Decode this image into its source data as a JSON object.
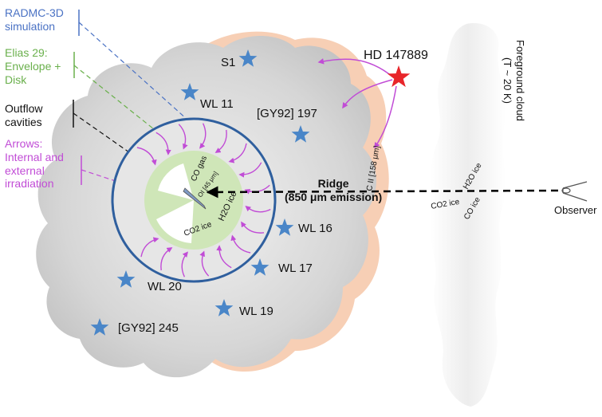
{
  "legend": {
    "radmc": [
      "RADMC-3D",
      "simulation"
    ],
    "elias": [
      "Elias 29:",
      "Envelope +",
      "Disk"
    ],
    "outflow": [
      "Outflow",
      "cavities"
    ],
    "arrows": [
      "Arrows:",
      "Internal and",
      "external",
      "irradiation"
    ]
  },
  "stars": [
    {
      "label": "S1"
    },
    {
      "label": "WL 11"
    },
    {
      "label": "[GY92] 197"
    },
    {
      "label": "WL 16"
    },
    {
      "label": "WL 17"
    },
    {
      "label": "WL 20"
    },
    {
      "label": "WL 19"
    },
    {
      "label": "[GY92] 245"
    }
  ],
  "hd_label": "HD 147889",
  "cii_label": "C II [158 μm]",
  "ridge_label": [
    "Ridge",
    "(850 μm emission)"
  ],
  "observer_label": "Observer",
  "foreground_label": [
    "Foreground cloud",
    "(T ~ 20 K)"
  ],
  "fg_ices": [
    "H2O ice",
    "CO2 ice",
    "CO ice"
  ],
  "inner_labels": {
    "co_gas": "CO gas",
    "oi": "OI [45 μm]",
    "h2o_ice": "H2O ice",
    "co2_ice": "CO2 ice"
  },
  "colors": {
    "radmc": "#4a72c4",
    "elias": "#6ab04c",
    "outflow": "#111111",
    "arrows": "#c14cd6",
    "ring": "#2f5f9e",
    "star": "#4a86c8",
    "hd_star": "#e8252a",
    "cloud": "#d4d4d4",
    "glow": "#f6c7a8",
    "ice_green": "#cfe6b8"
  }
}
